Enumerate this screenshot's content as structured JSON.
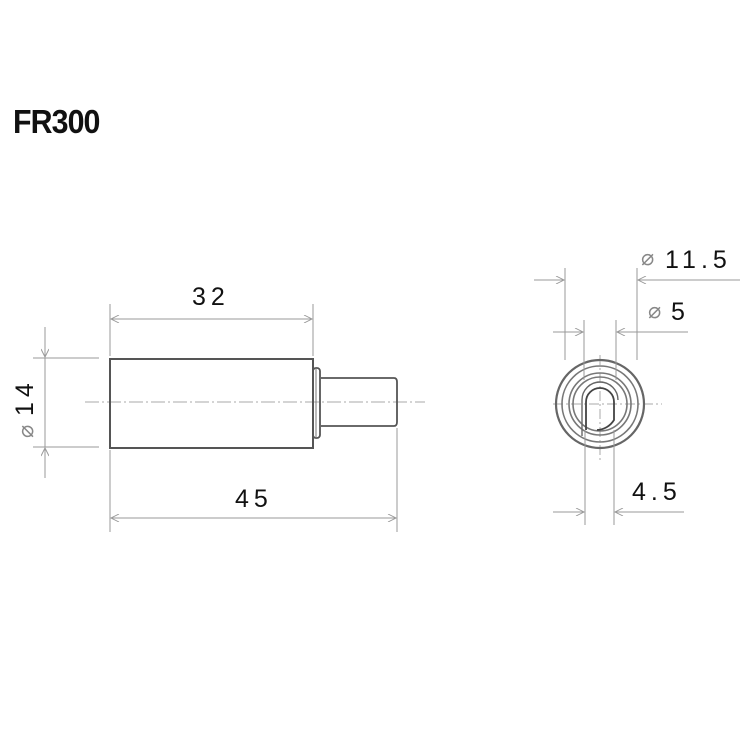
{
  "title": "FR300",
  "side_view": {
    "dim_body_length": "32",
    "dim_total_length": "45",
    "dim_diameter_symbol": "⌀",
    "dim_diameter": "14"
  },
  "end_view": {
    "dim_outer_symbol": "⌀",
    "dim_outer": "11.5",
    "dim_inner_symbol": "⌀",
    "dim_inner": "5",
    "dim_flat": "4.5"
  },
  "colors": {
    "outline": "#555555",
    "dimension_line": "#999999",
    "text": "#111111"
  }
}
